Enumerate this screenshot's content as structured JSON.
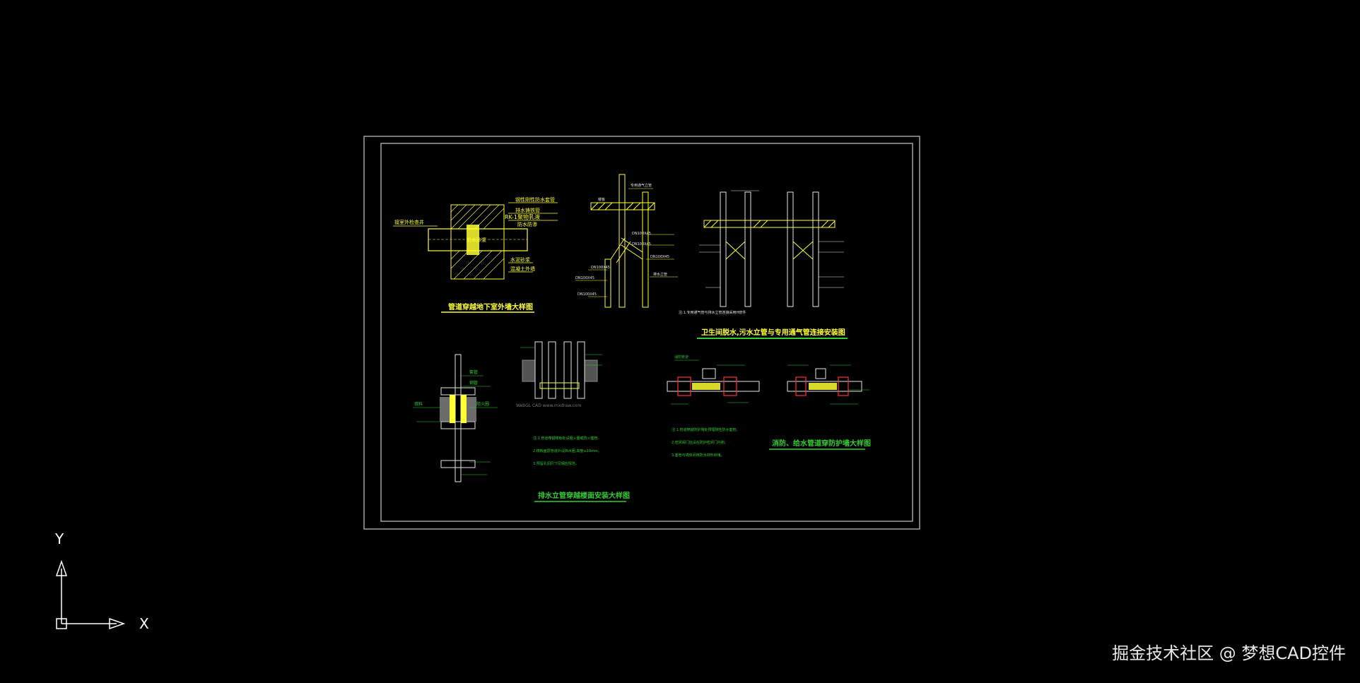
{
  "drawing": {
    "titles": {
      "basement_wall": "管道穿越地下室外墙大样图",
      "sanitary_riser": "卫生间脱水,污水立管与专用通气管连接安装图",
      "riser_floor": "排水立管穿越楼面安装大样图",
      "fire_pipe": "消防、给水管道穿防护墙大样图"
    },
    "labels": {
      "waterproof_casing": "钢性刚性防水套管",
      "drain_pipe": "排水铸铁管",
      "rk1_sealant": "RK-1聚物乳液",
      "waterproof_mortar": "防水砂浆",
      "anti_leak": "防水防渗",
      "cement_mortar": "水泥砂浆",
      "concrete_wall": "混凝土外墙",
      "outdoor_well": "接室外检查井",
      "dn_a": "DN100X45",
      "dn_b": "DN100X45",
      "dn_c": "DN100X45",
      "dn_d": "DN100X45",
      "dn_e": "DN100X45",
      "dn_f": "DN100X45",
      "floor_slab": "楼板",
      "vent_pipe": "专用通气立管",
      "drain_riser": "排水立管",
      "fire_pipe_label": "消防管道",
      "casing": "套管",
      "steel_pipe": "钢管",
      "fill": "填料",
      "wall_plug": "阻火圈"
    },
    "notes_sanitary": "注:1.专用通气管与排水立管连接采用H管件",
    "notes_riser": [
      "注:1.管道穿越楼板处设阻火圈或防火套管。",
      "2.楼板面层管道外设挡水圈,高度≥20mm。",
      "3.预留孔洞尺寸见相应规范。"
    ],
    "notes_fire": [
      "注:1.管道穿越防护墙处预埋刚性防水套管。",
      "2.密闭阀门应设在防护密闭门内侧。",
      "3.套管与墙体间用防水材料封堵。"
    ],
    "watermark_small": "WebGL CAD  www.mxdraw.com"
  },
  "ucs": {
    "x_label": "X",
    "y_label": "Y"
  },
  "watermark": "掘金技术社区 @ 梦想CAD控件",
  "colors": {
    "background": "#000000",
    "frame": "#c8c8c8",
    "yellow": "#ffff33",
    "green": "#33cc33",
    "white": "#e6e6e6",
    "red": "#ff3333"
  }
}
